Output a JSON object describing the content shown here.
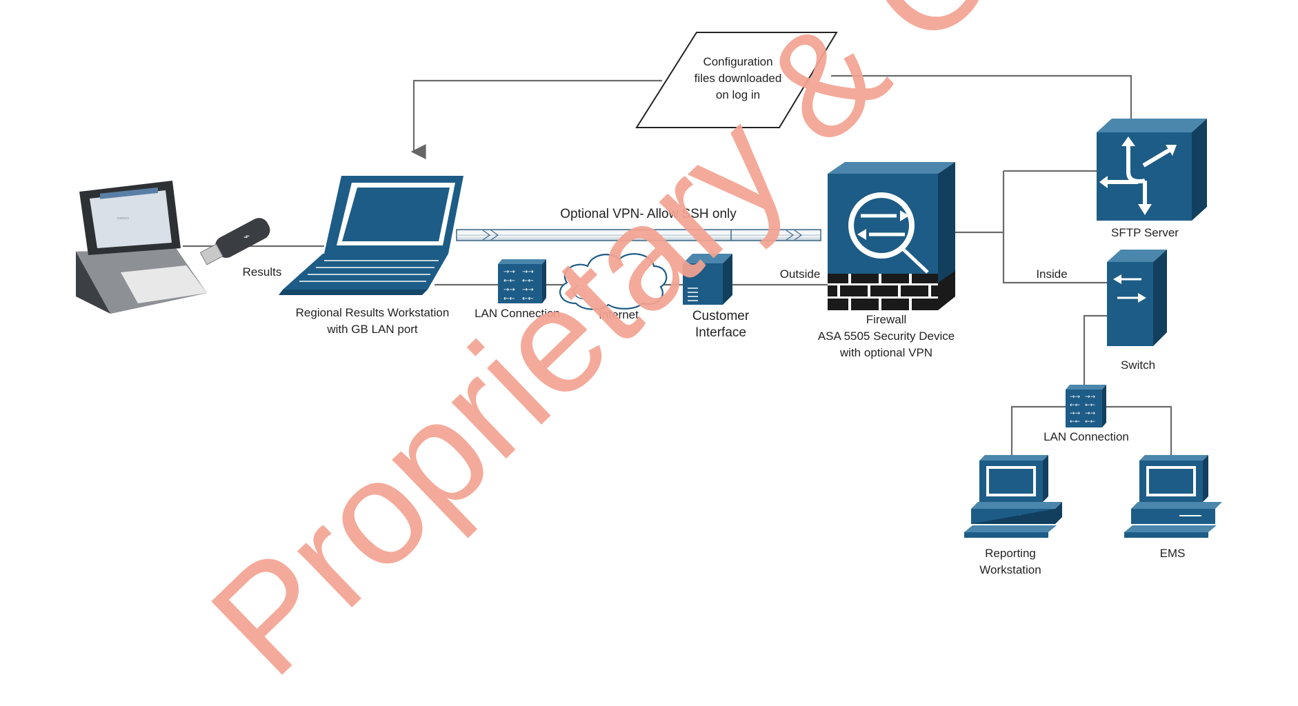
{
  "diagram": {
    "config_note": "Configuration\nfiles downloaded\non log in",
    "vpn_label": "Optional VPN- Allow SSH only",
    "results_label": "Results",
    "workstation_label": "Regional Results Workstation\nwith GB LAN port",
    "lan_connection_label": "LAN Connection",
    "internet_label": "Internet",
    "customer_interface_label": "Customer\nInterface",
    "outside_label": "Outside",
    "firewall_label": "Firewall\nASA 5505 Security Device\nwith optional VPN",
    "sftp_server_label": "SFTP Server",
    "inside_label": "Inside",
    "switch_label": "Switch",
    "lan_connection_2_label": "LAN Connection",
    "reporting_workstation_label": "Reporting\nWorkstation",
    "ems_label": "EMS"
  },
  "watermark": "Proprietary & Confidential",
  "colors": {
    "device_blue": "#1d5c86",
    "line_gray": "#6a6a6a",
    "watermark": "#f4a392"
  }
}
